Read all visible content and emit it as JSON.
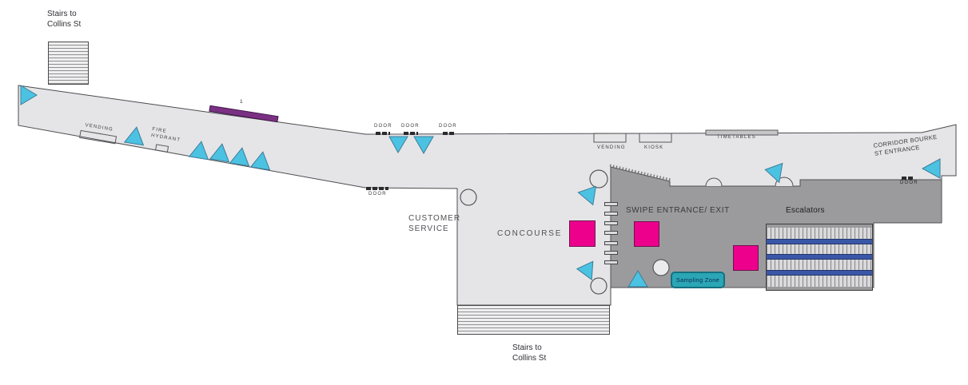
{
  "colors": {
    "unpaid_area": "#e5e5e7",
    "paid_area": "#9b9b9d",
    "marker_cyan": "#4cc2e2",
    "marker_magenta": "#ec008c",
    "platform_bar_purple": "#7b3183",
    "sampling_zone_teal": "#2aa6b6",
    "escalator_blue": "#3a57a7"
  },
  "map": {
    "labels": {
      "stairs_top": {
        "line1": "Stairs to",
        "line2": "Collins St"
      },
      "stairs_bottom": {
        "line1": "Stairs to",
        "line2": "Collins St"
      },
      "vending_left": "VENDING",
      "fire_hydrant": {
        "line1": "FIRE",
        "line2": "HYDRANT"
      },
      "platform_bar": "1",
      "door": "DOOR",
      "customer_service": {
        "line1": "CUSTOMER",
        "line2": "SERVICE"
      },
      "concourse": "CONCOURSE",
      "swipe_entrance": "SWIPE ENTRANCE/ EXIT",
      "escalators": "Escalators",
      "sampling_zone": "Sampling Zone",
      "vending_right": "VENDING",
      "kiosk": "KIOSK",
      "timetables": "TIMETABLES",
      "corridor_bourke": {
        "line1": "CORRIDOR BOURKE",
        "line2": "ST ENTRANCE"
      }
    },
    "markers": {
      "cyan_triangle_count": 13,
      "magenta_square_count": 3,
      "pillar_circle_count": 4,
      "fare_gate_tick_count": 7,
      "door_count": 5
    }
  }
}
